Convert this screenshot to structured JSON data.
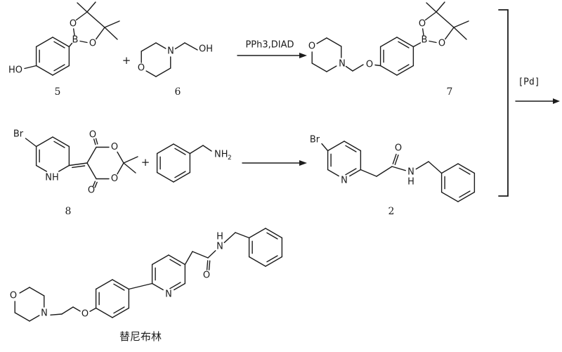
{
  "scheme": {
    "compounds": {
      "c5": {
        "label": "5",
        "atoms": {
          "HO": "HO",
          "B": "B",
          "O_top": "O",
          "O_right": "O"
        }
      },
      "c6": {
        "label": "6",
        "atoms": {
          "N": "N",
          "O": "O",
          "OH": "OH"
        }
      },
      "c7": {
        "label": "7",
        "atoms": {
          "O_ring": "O",
          "N": "N",
          "O_ether": "O",
          "B": "B",
          "O_top": "O",
          "O_right": "O"
        }
      },
      "c8": {
        "label": "8",
        "atoms": {
          "Br": "Br",
          "NH": "NH",
          "O_carbonyl_top": "O",
          "O_ring_right": "O",
          "O_ring_bottom": "O",
          "O_carbonyl_bottom": "O"
        }
      },
      "benzylamine": {
        "atoms": {
          "amine": "NH",
          "amine_sub": "2"
        }
      },
      "c2": {
        "label": "2",
        "atoms": {
          "Br": "Br",
          "N_ring": "N",
          "O_carbonyl": "O",
          "N_amide": "N",
          "H_amide": "H"
        }
      },
      "final": {
        "name": "替尼布林",
        "atoms": {
          "O_ring": "O",
          "N_ring": "N",
          "O_ether": "O",
          "N_pyridine": "N",
          "O_carbonyl": "O",
          "N_amide": "N",
          "H_amide": "H"
        }
      }
    },
    "reactions": {
      "plus1": "+",
      "plus2": "+",
      "step1_conditions": "PPh3,DIAD",
      "coupling_catalyst": "[Pd]"
    }
  }
}
